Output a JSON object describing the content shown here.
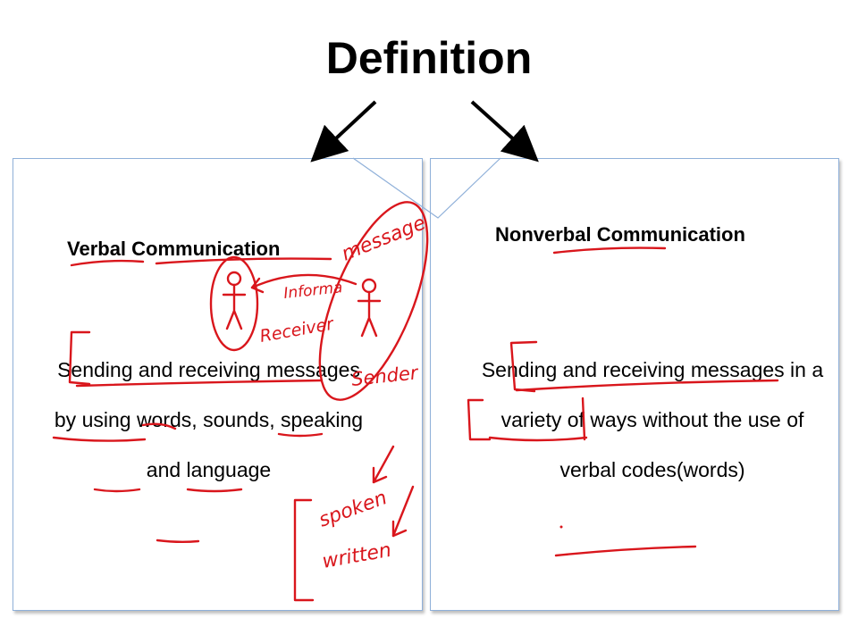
{
  "slide": {
    "title": "Definition",
    "left_box": {
      "heading": "Verbal Communication",
      "description": "Sending and receiving messages by using words, sounds, speaking and language"
    },
    "right_box": {
      "heading": "Nonverbal Communication",
      "description": "Sending and receiving messages in a variety of ways without the use of verbal codes(words)"
    },
    "handwritten_annotations": {
      "message": "message",
      "information": "Informa",
      "receiver": "Receiver",
      "sender": "Sender",
      "spoken": "spoken",
      "written": "written"
    },
    "colors": {
      "ink": "#d9161c",
      "panel_border": "#8fb0d9",
      "arrow": "#000000"
    }
  }
}
